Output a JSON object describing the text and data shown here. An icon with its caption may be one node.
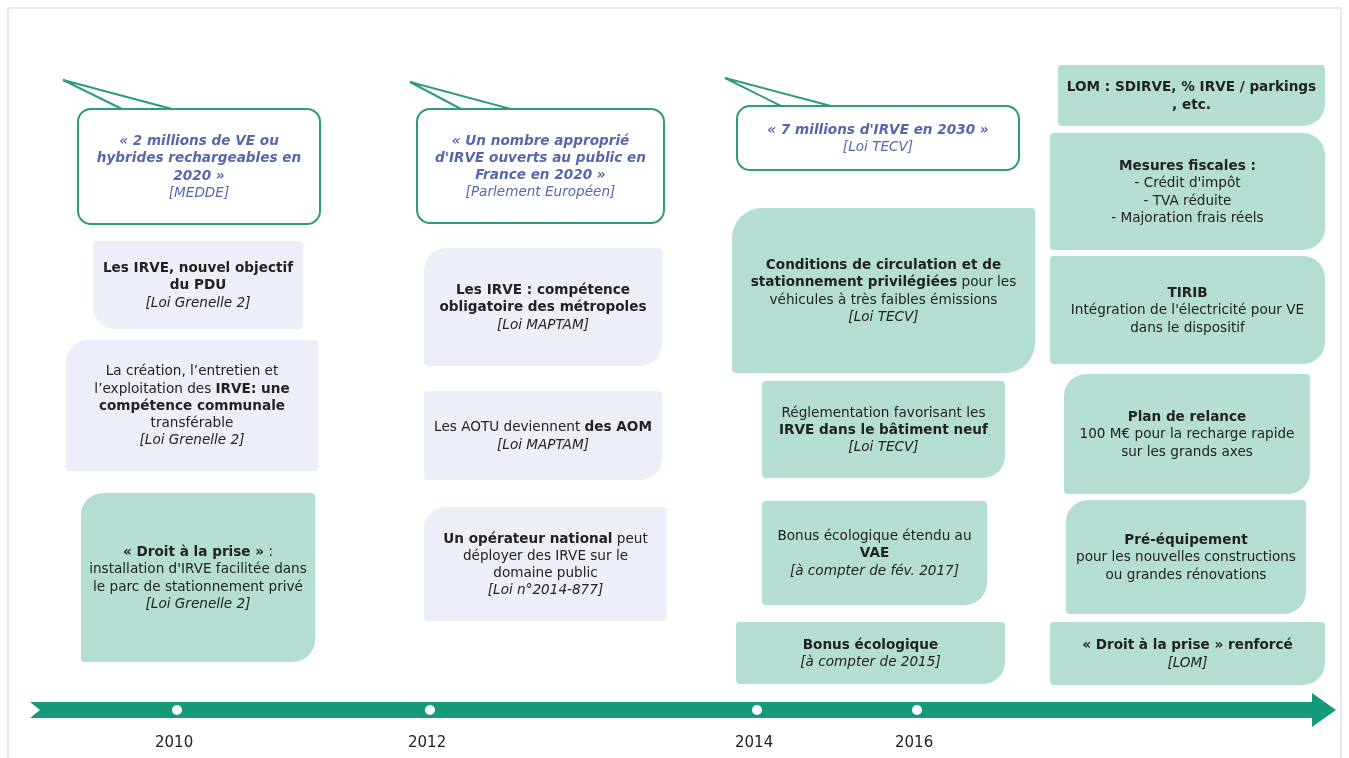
{
  "diagram": {
    "nodes": [
      {
        "text": [
          "« 2 millions de VE ou hybrides rechargeables en 2020 »",
          "[MEDDE]"
        ]
      },
      {
        "text": [
          "Les IRVE, nouvel objectif du PDU",
          "[Loi Grenelle 2]"
        ]
      },
      {
        "text": [
          "La création, l’entretien et l’exploitation des **IRVE: une compétence communale** transférable",
          "[Loi Grenelle 2]"
        ]
      },
      {
        "text": [
          "**« Droit à la prise »** : installation d'IRVE facilitée dans le parc de stationnement privé",
          "[Loi Grenelle 2]"
        ]
      },
      {
        "text": [
          "« Un nombre approprié d'IRVE ouverts au public en France en 2020 »",
          "[Parlement Européen]"
        ]
      },
      {
        "text": [
          "Les IRVE : compétence obligatoire des métropoles",
          "[Loi MAPTAM]"
        ]
      },
      {
        "text": [
          "Les AOTU deviennent **des AOM**",
          "[Loi MAPTAM]"
        ]
      },
      {
        "text": [
          "**Un opérateur national** peut déployer des IRVE sur le domaine public",
          "[Loi n°2014-877]"
        ]
      },
      {
        "text": [
          "« 7 millions d'IRVE en 2030 »",
          "[Loi TECV]"
        ]
      },
      {
        "text": [
          "**Conditions de circulation et de stationnement privilégiées** pour les véhicules à très faibles émissions",
          "[Loi TECV]"
        ]
      },
      {
        "text": [
          "Réglementation favorisant les **IRVE dans le bâtiment neuf**",
          "[Loi TECV]"
        ]
      },
      {
        "text": [
          "Bonus écologique étendu au **VAE**",
          "[à compter de fév. 2017]"
        ]
      },
      {
        "text": [
          "Bonus écologique",
          "[à compter de 2015]"
        ]
      },
      {
        "text": [
          "LOM : SDIRVE, % IRVE / parkings , etc."
        ]
      },
      {
        "text": [
          "Mesures fiscales :",
          "- Crédit d'impôt",
          "- TVA réduite",
          "- Majoration frais réels"
        ]
      },
      {
        "text": [
          "TIRIB",
          "Intégration de l'électricité pour VE dans le dispositif"
        ]
      },
      {
        "text": [
          "Plan de relance",
          "100 M€ pour la recharge rapide sur les grands axes"
        ]
      },
      {
        "text": [
          "Pré-équipement",
          "pour les nouvelles constructions ou grandes rénovations"
        ]
      },
      {
        "text": [
          "« Droit à la prise » renforcé",
          "[LOM]"
        ]
      }
    ],
    "labels": [
      "2010",
      "2012",
      "2014",
      "2016"
    ]
  }
}
